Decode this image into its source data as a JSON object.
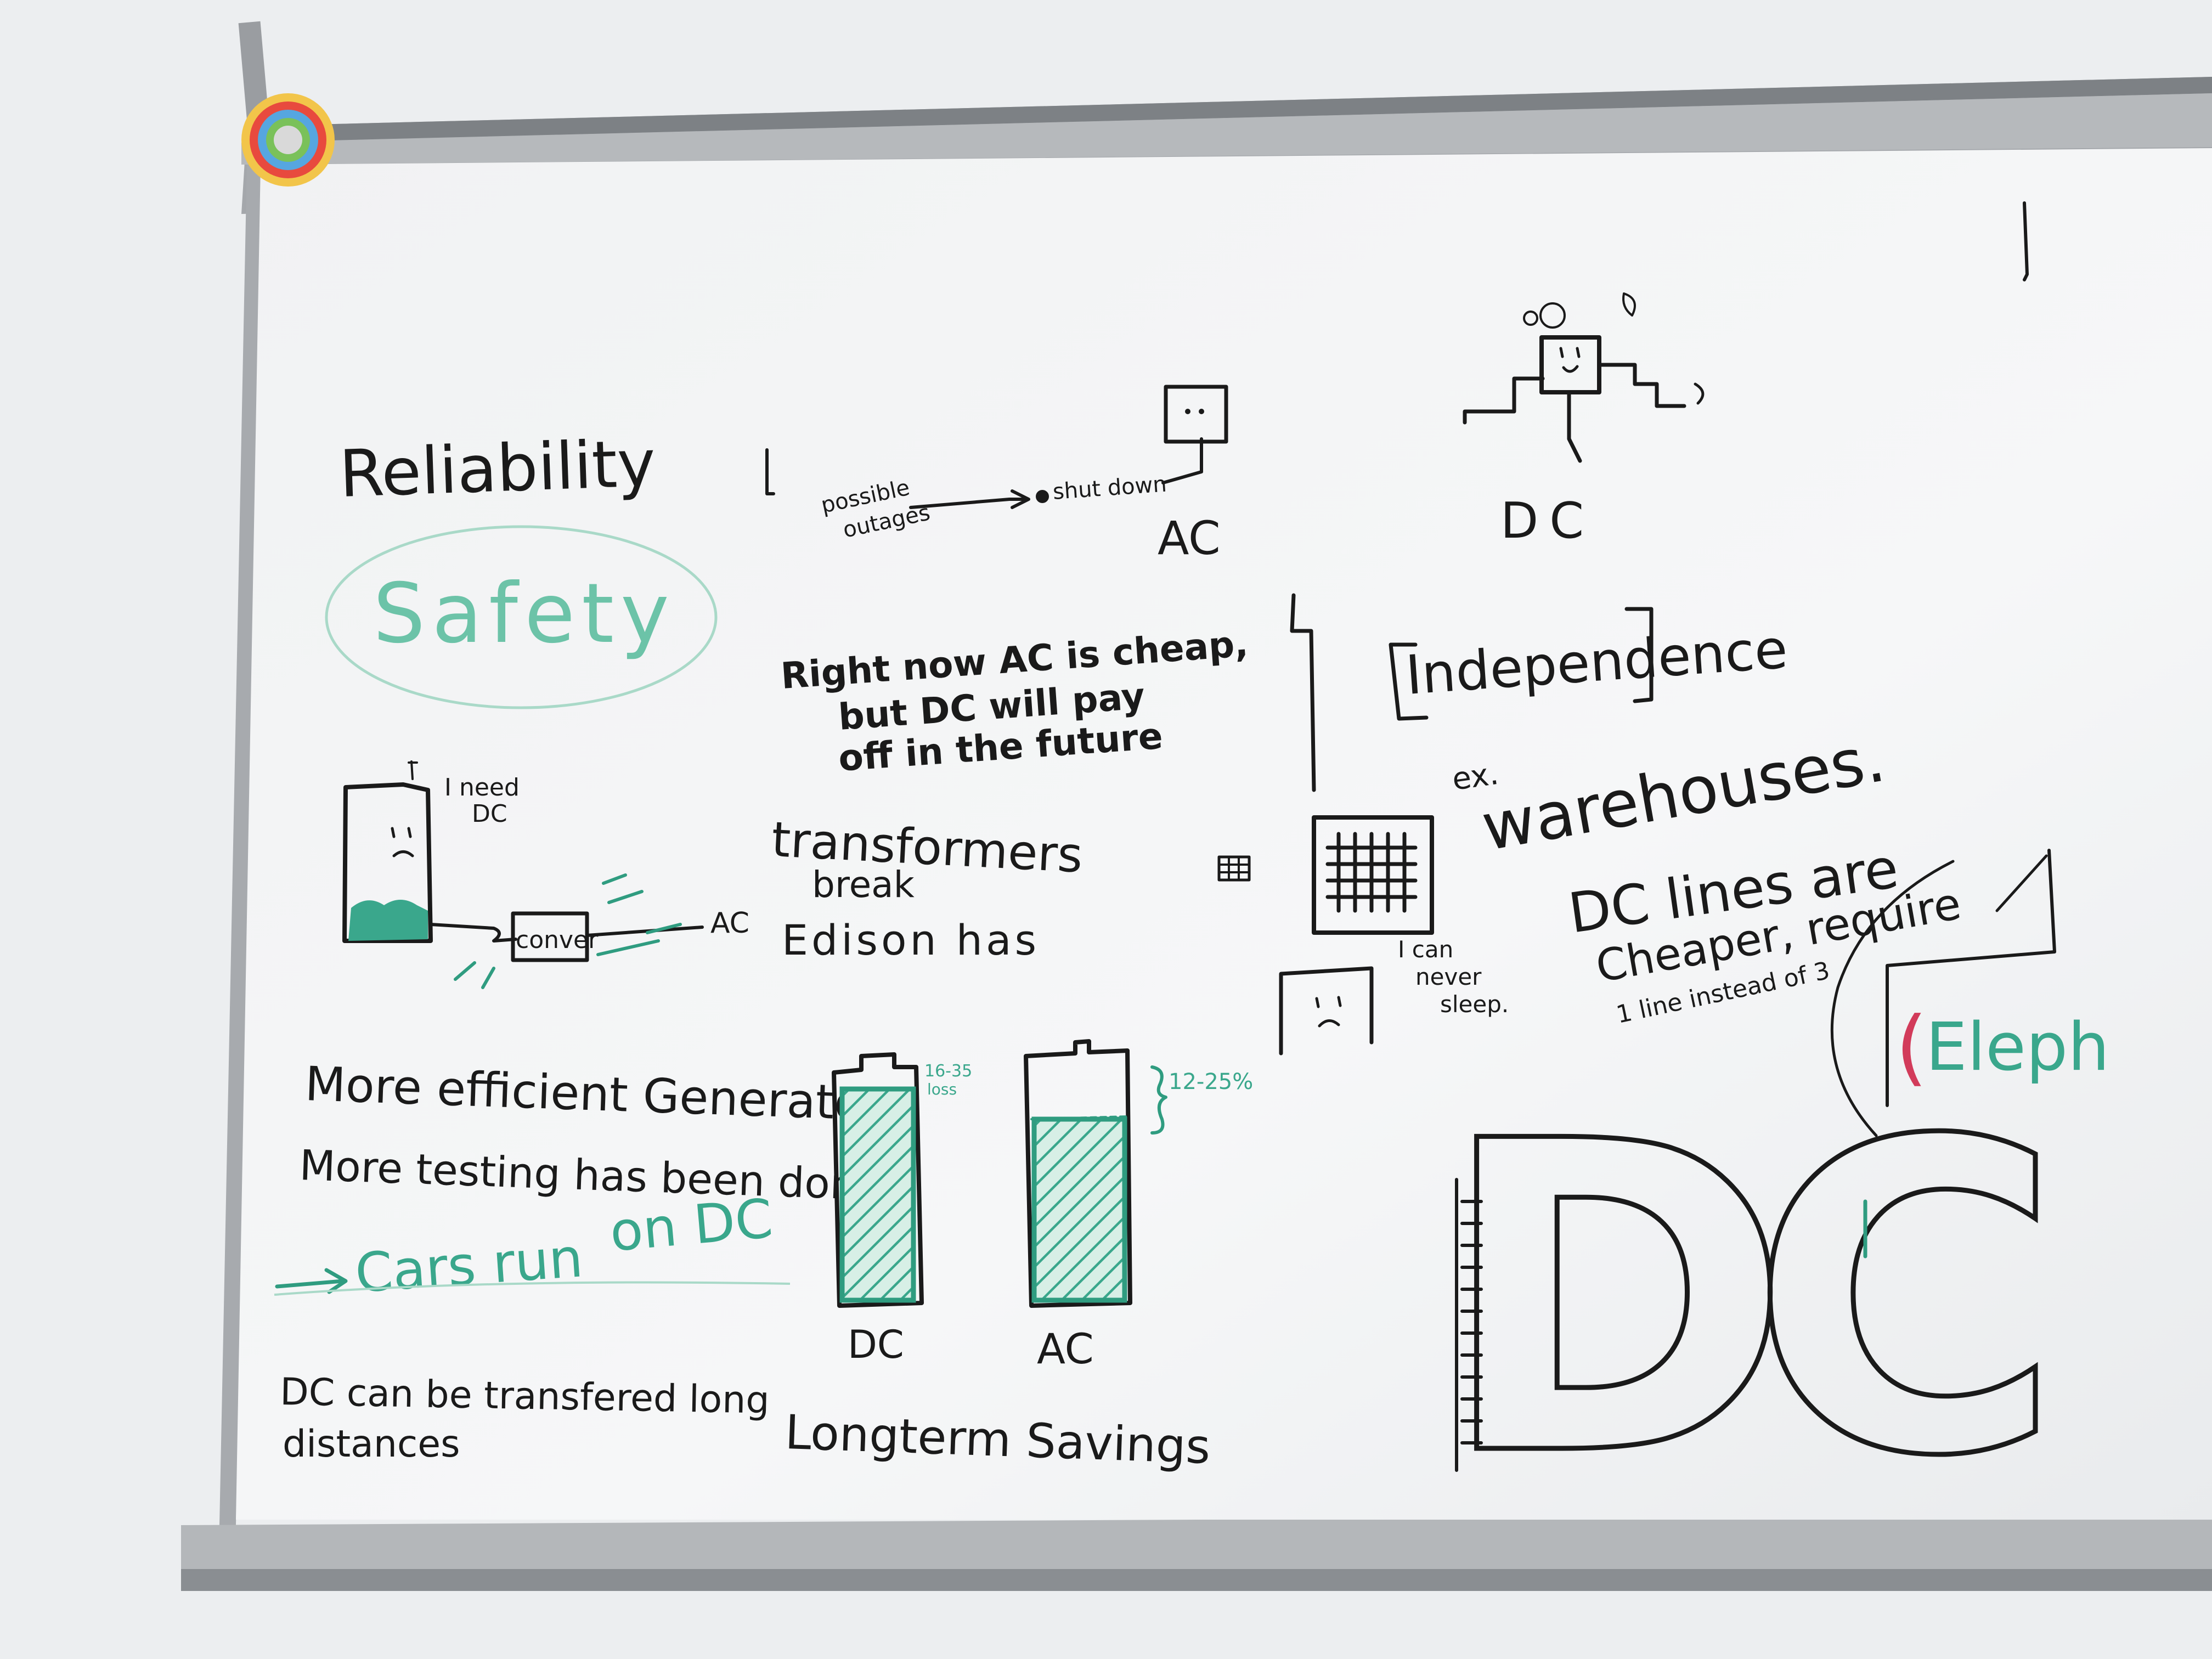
{
  "board": {
    "reliability": "Reliability",
    "safety": "Safety",
    "outage_note": {
      "possible": "possible",
      "outages": "outages",
      "shutdown": "shut down"
    },
    "ac_label_top": "AC",
    "dc_label_top": "DC",
    "ac_vs_dc": [
      "Right now AC is cheap,",
      "but DC will pay",
      "off in the future"
    ],
    "independence": "Independence",
    "warehouses_prefix": "ex.",
    "warehouses": "warehouses.",
    "need_dc": [
      "I need",
      "DC"
    ],
    "converter": "conver",
    "ac_label_mid": "AC",
    "transformers": [
      "transformers",
      "break"
    ],
    "edison": "Edison has",
    "never_sleep": [
      "I can",
      "never",
      "sleep."
    ],
    "dc_lines": [
      "DC lines are",
      "Cheaper, require",
      "1 line instead of 3"
    ],
    "elephant": "Eleph",
    "efficient": "More efficient Generator",
    "testing": "More testing has been done",
    "cars": "Cars run",
    "on_dc": "on DC",
    "long_distance": [
      "DC can be transfered long",
      "distances"
    ],
    "dc_loss": [
      "16-35",
      "loss"
    ],
    "ac_loss": "12-25%",
    "battery_dc": "DC",
    "battery_ac": "AC",
    "longterm": "Longterm Savings",
    "big_dc": "DC"
  },
  "colors": {
    "wall": "#eceef0",
    "board": "#f4f5f6",
    "frame": "#9b9ea2",
    "marker_black": "#1a1a1a",
    "marker_green": "#3aa78c",
    "marker_red": "#d23b5a"
  }
}
